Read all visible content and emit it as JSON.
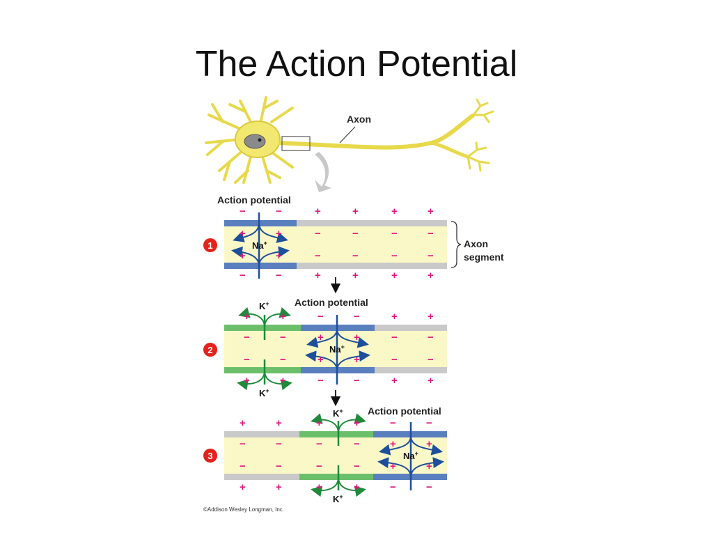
{
  "slide": {
    "title": "The Action Potential"
  },
  "neuron": {
    "axon_label": "Axon"
  },
  "labels": {
    "action_potential": "Action potential",
    "axon_segment_line1": "Axon",
    "axon_segment_line2": "segment",
    "na_ion": "Na",
    "k_ion": "K",
    "ion_superscript": "+",
    "plus": "+",
    "minus": "−"
  },
  "steps": [
    "1",
    "2",
    "3"
  ],
  "credit": "©Addison Wesley Longman, Inc.",
  "colors": {
    "axon_yellow": "#f3e86f",
    "cytoplasm": "#fbf8c8",
    "na_channel": "#5a7fbf",
    "k_channel": "#6cbf6a",
    "resting": "#c9c9c9",
    "charge": "#e0157a",
    "step_badge": "#e2231a"
  }
}
